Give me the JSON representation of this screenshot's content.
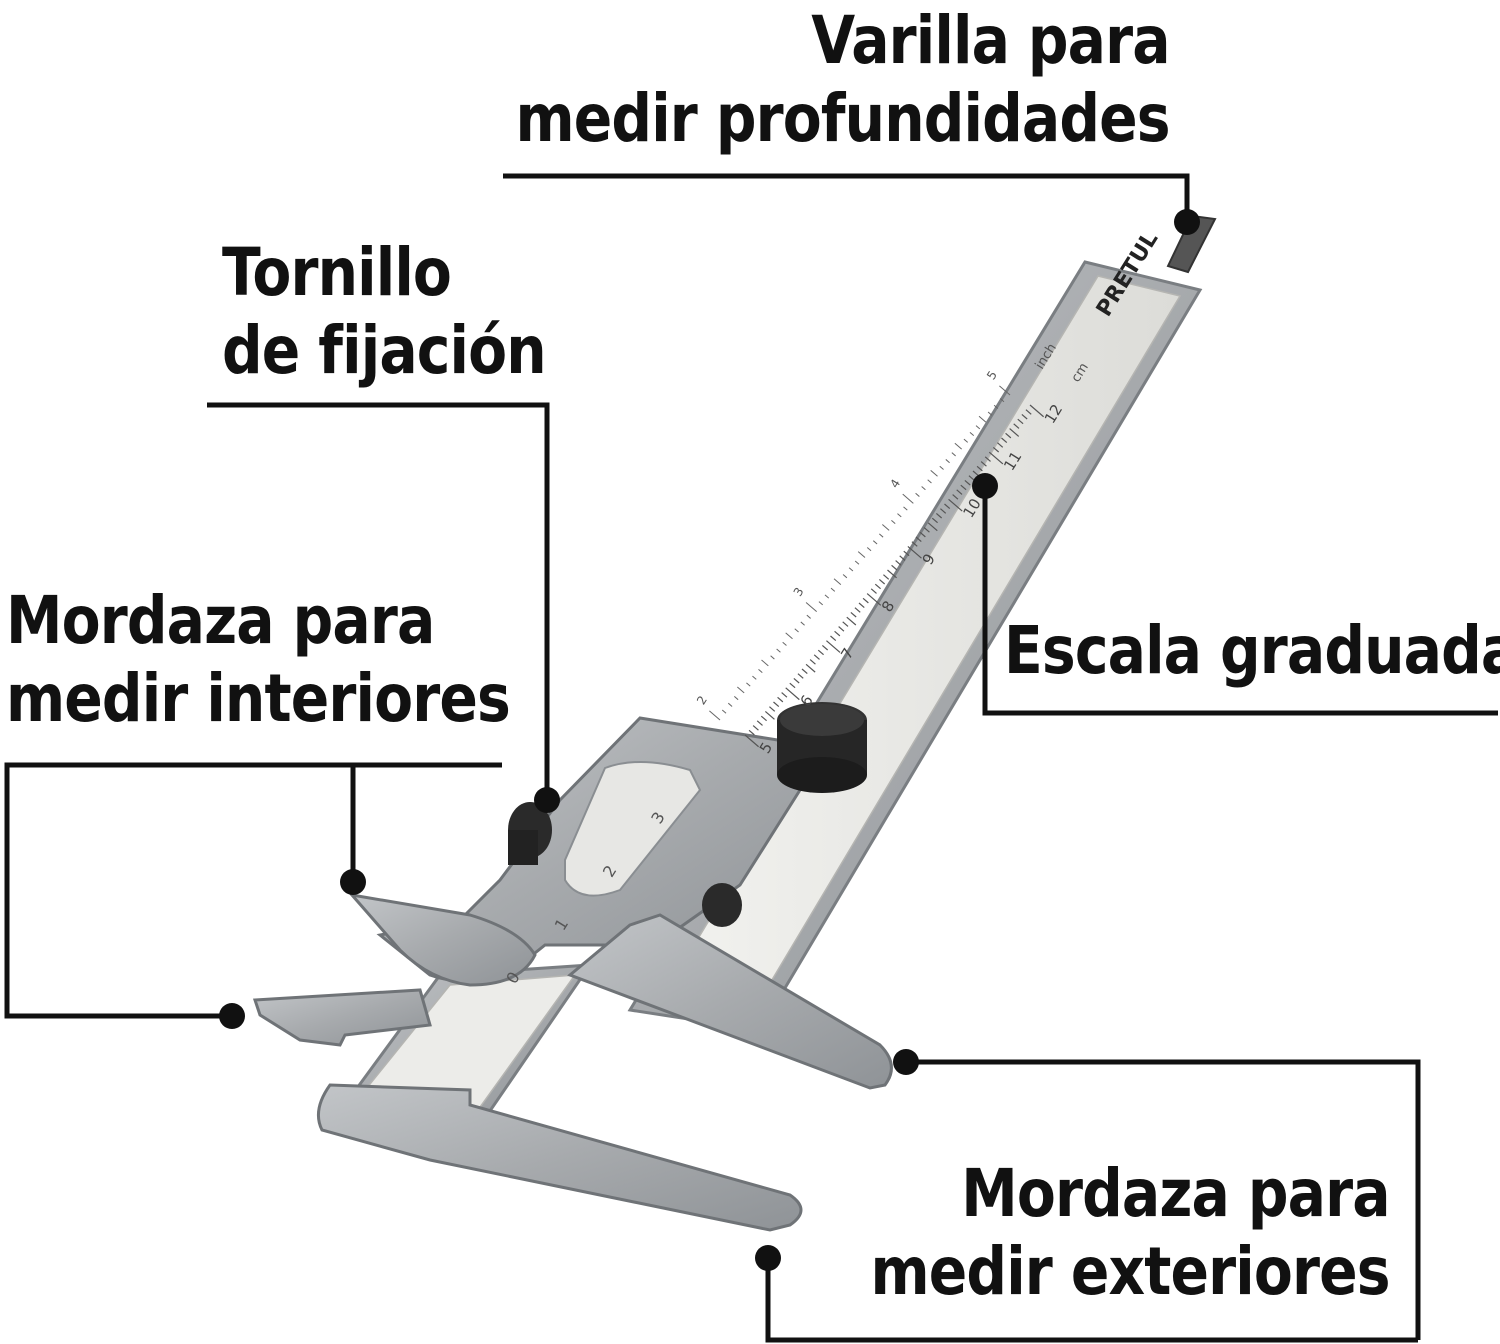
{
  "labels": {
    "depth_rod": {
      "line1": "Varilla para",
      "line2": "medir profundidades"
    },
    "lock_screw": {
      "line1": "Tornillo",
      "line2": "de fijación"
    },
    "inside_jaw": {
      "line1": "Mordaza para",
      "line2": "medir interiores"
    },
    "scale": {
      "line1": "Escala graduada"
    },
    "outside_jaw": {
      "line1": "Mordaza para",
      "line2": "medir exteriores"
    }
  },
  "brand": "PRETUL",
  "scale_units": {
    "inch": "inch",
    "cm": "cm"
  },
  "cm_ticks": [
    "5",
    "6",
    "7",
    "8",
    "9",
    "10",
    "11",
    "12"
  ],
  "inch_ticks": [
    "2",
    "3",
    "4",
    "5"
  ],
  "vernier_ticks": [
    "0",
    "1",
    "2",
    "3"
  ],
  "colors": {
    "ink": "#111111",
    "steel": "#a9acaf",
    "steel_dark": "#7c8084",
    "scale_face": "#e9e9e6",
    "knob": "#2a2a2a"
  }
}
